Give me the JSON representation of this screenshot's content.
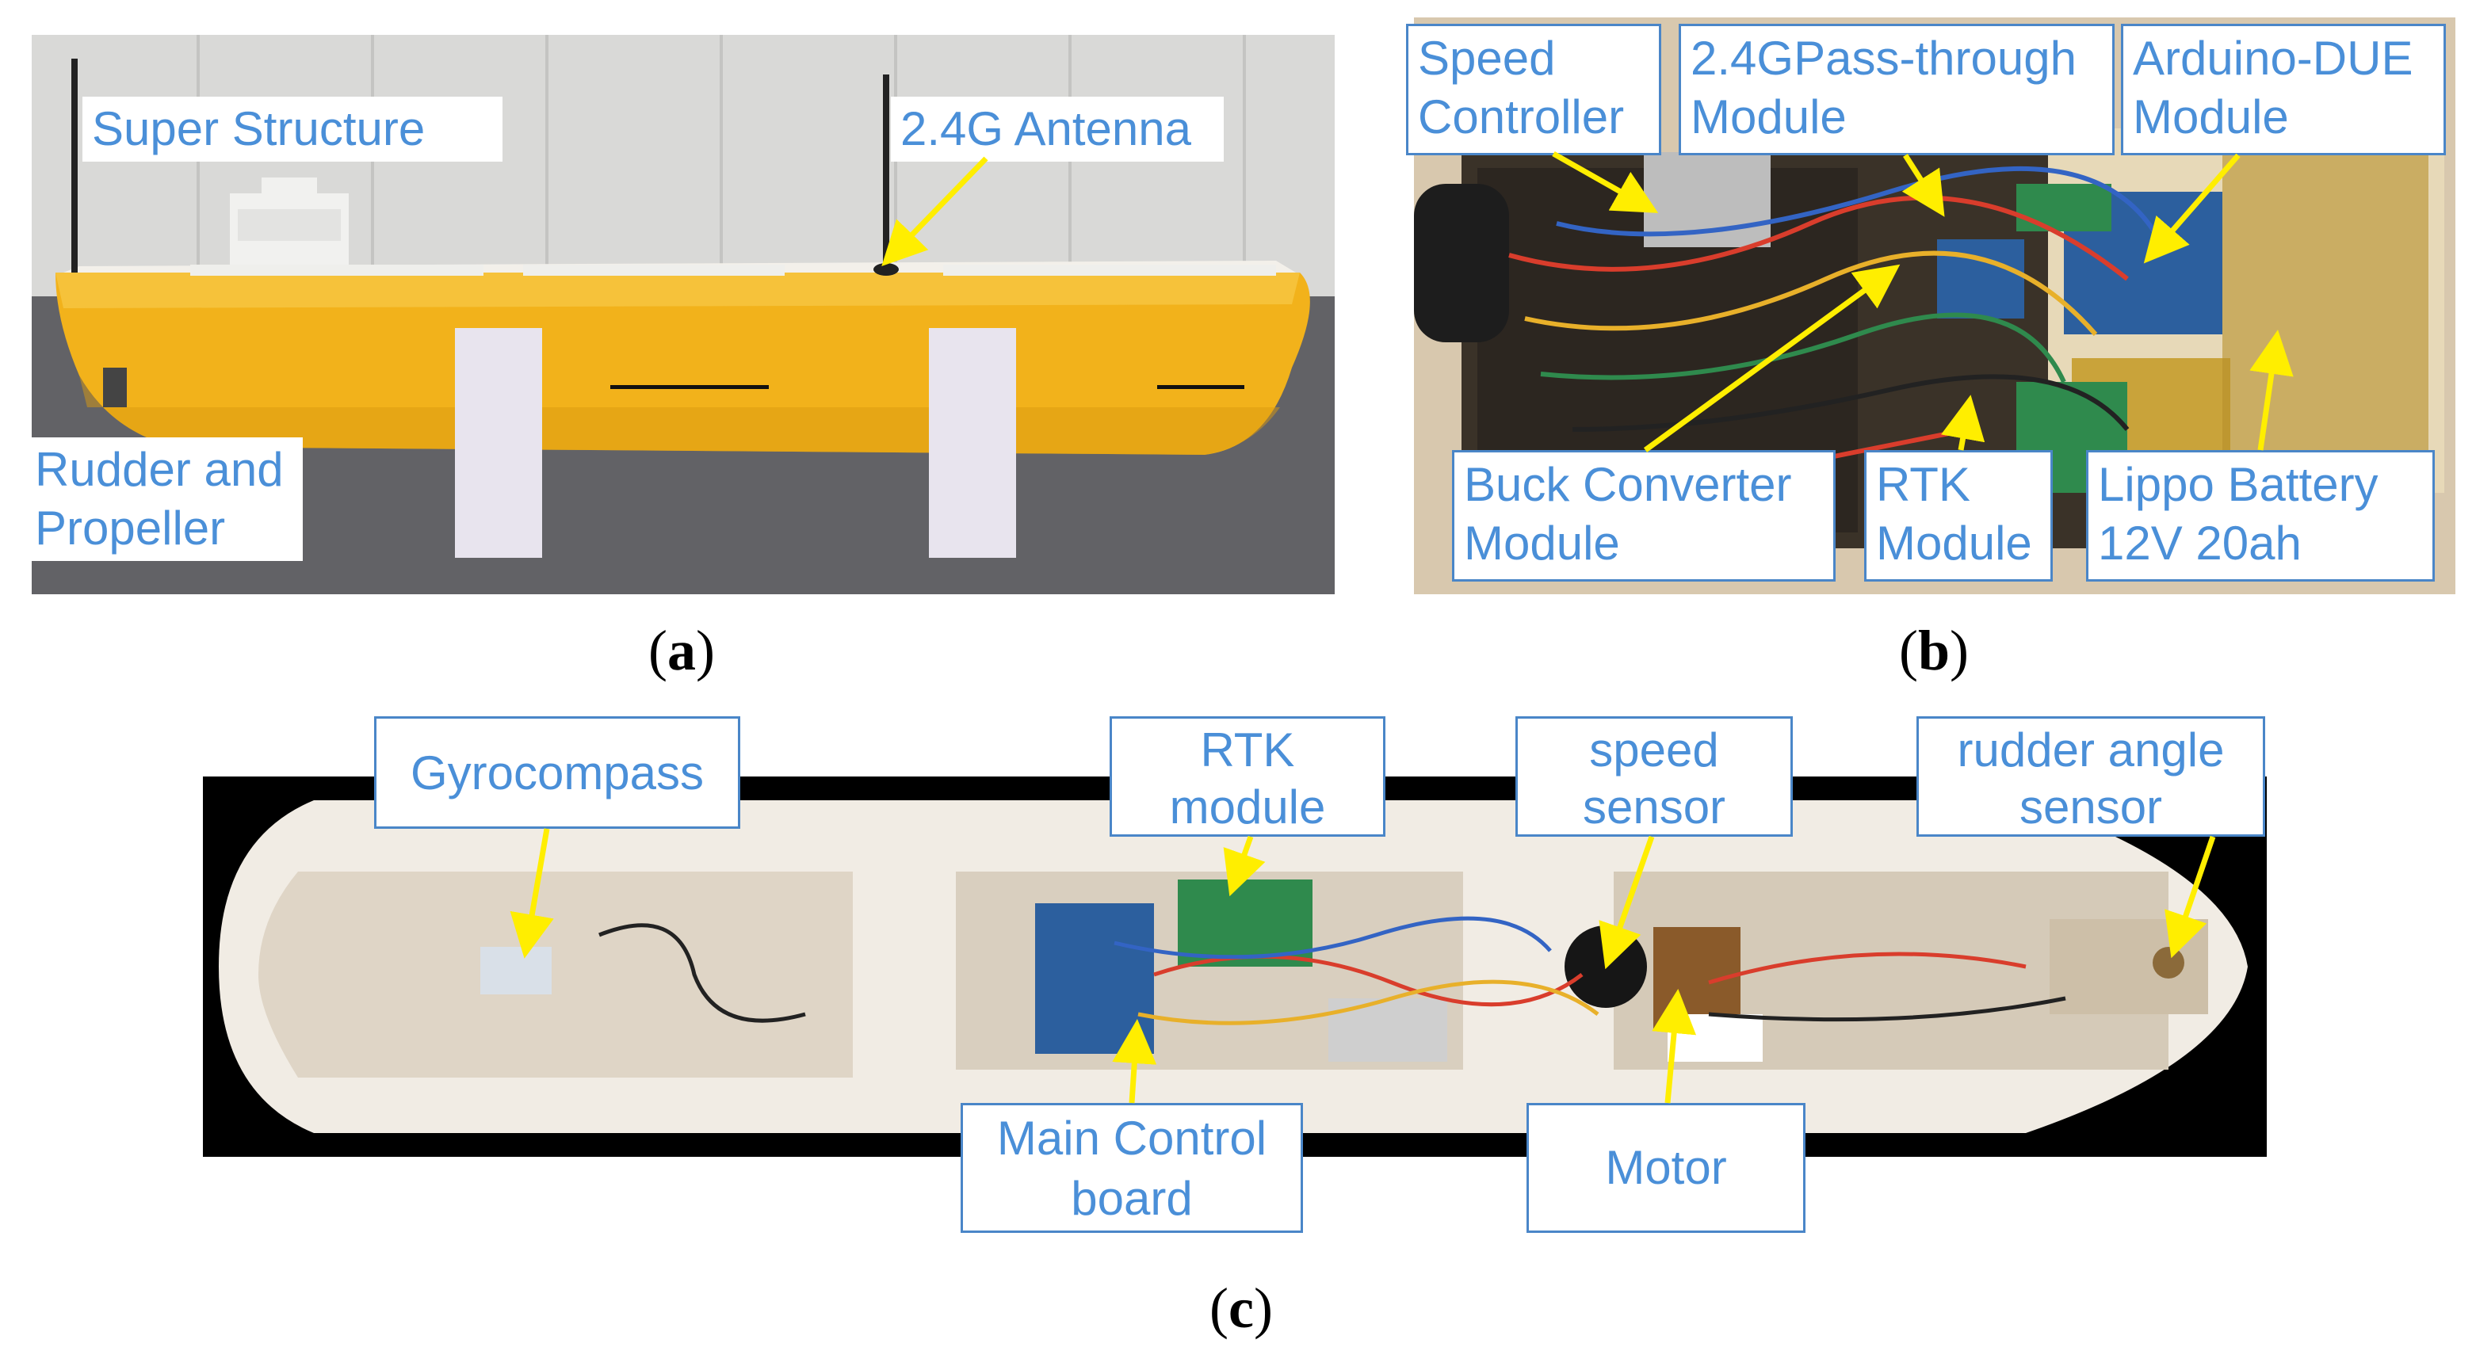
{
  "panels": {
    "a": {
      "caption": "a",
      "labels": {
        "super_structure": "Super Structure",
        "antenna": "2.4G Antenna",
        "rudder_line1": "Rudder and",
        "rudder_line2": "Propeller"
      }
    },
    "b": {
      "caption": "b",
      "labels": {
        "speed_controller_line1": "Speed",
        "speed_controller_line2": "Controller",
        "passthrough_line1": "2.4GPass-through",
        "passthrough_line2": "Module",
        "arduino_line1": "Arduino-DUE",
        "arduino_line2": "Module",
        "buck_line1": "Buck Converter",
        "buck_line2": "Module",
        "rtk_line1": "RTK",
        "rtk_line2": "Module",
        "battery_line1": "Lippo Battery",
        "battery_line2": "12V 20ah"
      }
    },
    "c": {
      "caption": "c",
      "labels": {
        "gyrocompass": "Gyrocompass",
        "rtk_line1": "RTK",
        "rtk_line2": "module",
        "speed_sensor_line1": "speed",
        "speed_sensor_line2": "sensor",
        "rudder_angle_line1": "rudder angle",
        "rudder_angle_line2": "sensor",
        "main_control_line1": "Main Control",
        "main_control_line2": "board",
        "motor": "Motor"
      }
    }
  },
  "colors": {
    "label_text": "#4a8fd8",
    "label_border": "#4a86c8",
    "arrow": "#ffee00",
    "hull_yellow": "#f2b21b",
    "hull_white": "#f1ece4"
  }
}
